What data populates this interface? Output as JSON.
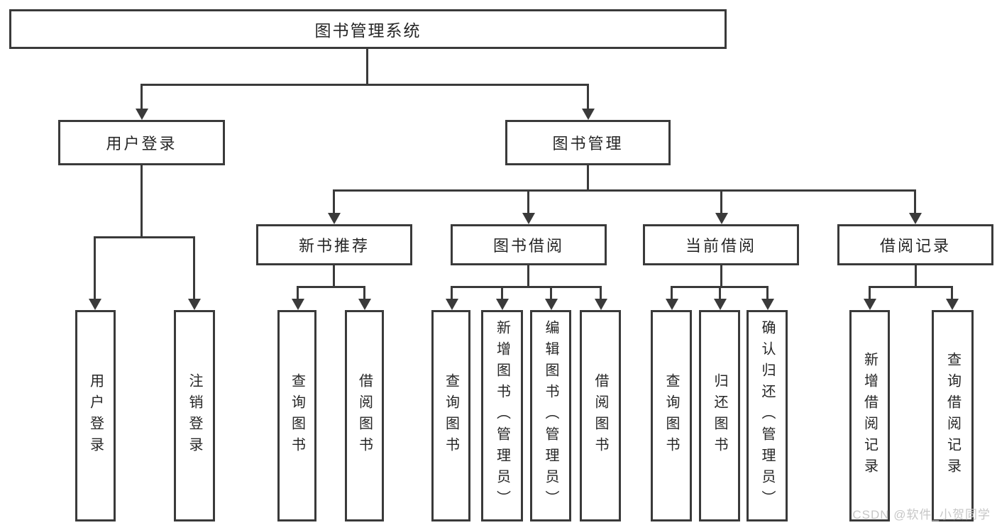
{
  "diagram": {
    "title": "图书管理系统",
    "branches": [
      {
        "label": "用户登录",
        "children": [
          {
            "label": "用户登录"
          },
          {
            "label": "注销登录"
          }
        ]
      },
      {
        "label": "图书管理",
        "children": [
          {
            "label": "新书推荐",
            "children": [
              {
                "label": "查询图书"
              },
              {
                "label": "借阅图书"
              }
            ]
          },
          {
            "label": "图书借阅",
            "children": [
              {
                "label": "查询图书"
              },
              {
                "label": "新增图书（管理员）"
              },
              {
                "label": "编辑图书（管理员）"
              },
              {
                "label": "借阅图书"
              }
            ]
          },
          {
            "label": "当前借阅",
            "children": [
              {
                "label": "查询图书"
              },
              {
                "label": "归还图书"
              },
              {
                "label": "确认归还（管理员）"
              }
            ]
          },
          {
            "label": "借阅记录",
            "children": [
              {
                "label": "新增借阅记录"
              },
              {
                "label": "查询借阅记录"
              }
            ]
          }
        ]
      }
    ]
  },
  "watermark": {
    "text": "CSDN @软件_小贺同学"
  },
  "colors": {
    "line": "#3a3a3a",
    "text": "#262626",
    "watermark": "#c7c7c7",
    "background": "#ffffff"
  }
}
